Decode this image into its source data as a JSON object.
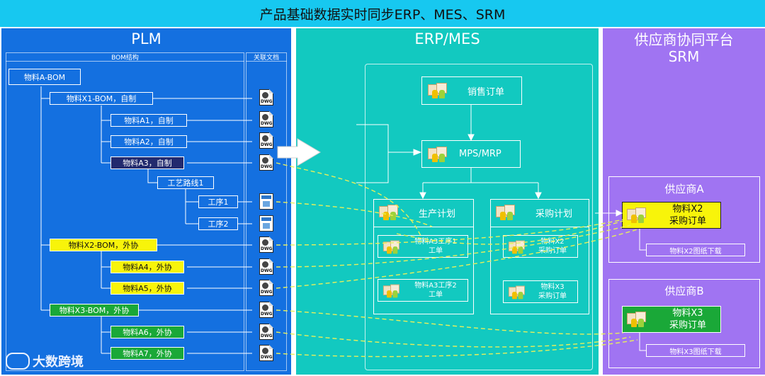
{
  "header": {
    "title": "产品基础数据实时同步ERP、MES、SRM"
  },
  "plm": {
    "title": "PLM",
    "bom_header": "BOM结构",
    "docs_header": "关联文档",
    "items": {
      "root": "物料A-BOM",
      "x1": "物料X1-BOM，自制",
      "a1": "物料A1，自制",
      "a2": "物料A2，自制",
      "a3": "物料A3，自制",
      "route": "工艺路线1",
      "op1": "工序1",
      "op2": "工序2",
      "x2": "物料X2-BOM，外协",
      "a4": "物料A4，外协",
      "a5": "物料A5，外协",
      "x3": "物料X3-BOM，外协",
      "a6": "物料A6，外协",
      "a7": "物料A7，外协"
    },
    "doc_label": "DWG"
  },
  "erp": {
    "title": "ERP/MES",
    "sales_order": "销售订单",
    "mps": "MPS/MRP",
    "production_plan": "生产计划",
    "purchase_plan": "采购计划",
    "wo1_line1": "物料A3工序1",
    "wo1_line2": "工单",
    "wo2_line1": "物料A3工序2",
    "wo2_line2": "工单",
    "pr1_line1": "物料X2",
    "pr1_line2": "采购订单",
    "pr2_line1": "物料X3",
    "pr2_line2": "采购订单"
  },
  "srm": {
    "title_line1": "供应商协同平台",
    "title_line2": "SRM",
    "supplier_a": "供应商A",
    "supplier_b": "供应商B",
    "po_a_line1": "物料X2",
    "po_a_line2": "采购订单",
    "po_b_line1": "物料X3",
    "po_b_line2": "采购订单",
    "dl_a": "物料X2图纸下载",
    "dl_b": "物料X3图纸下载"
  },
  "watermark": "大数跨境",
  "colors": {
    "plm_bg": "#1470e0",
    "erp_bg": "#12c9c0",
    "srm_bg": "#a074f2",
    "title_bg": "#17c8f0",
    "highlight_yellow": "#f8f40a",
    "highlight_green": "#1aa838",
    "highlight_navy": "#222a6e",
    "connector_dash": "#e8f05a"
  }
}
